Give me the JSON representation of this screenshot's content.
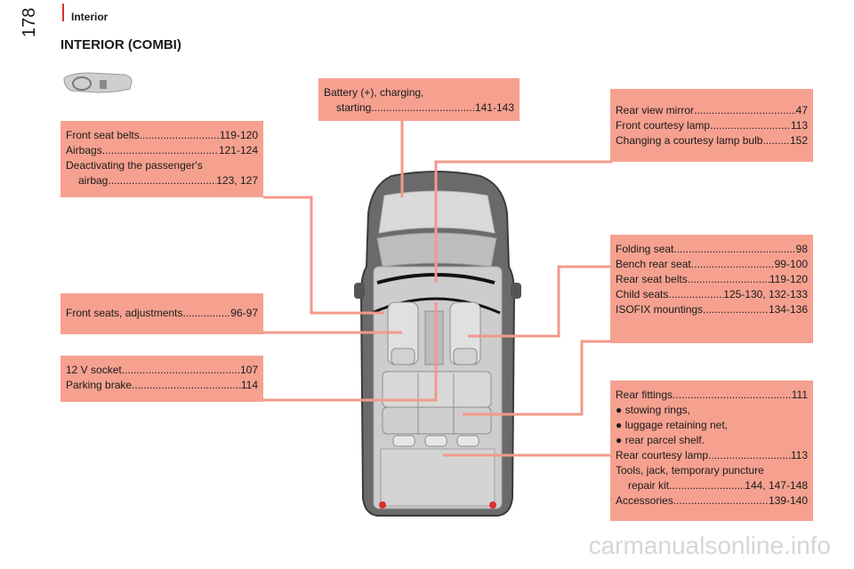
{
  "header": {
    "page_number": "178",
    "section": "Interior"
  },
  "title": "INTERIOR (COMBI)",
  "boxes": {
    "battery": {
      "lines": [
        {
          "text": "Battery (+), charging,"
        },
        {
          "label": "starting",
          "page": "141-143"
        }
      ]
    },
    "mirror": {
      "lines": [
        {
          "label": "Rear view mirror",
          "page": "47"
        },
        {
          "label": "Front courtesy lamp",
          "page": "113"
        },
        {
          "label": "Changing a courtesy lamp bulb",
          "page": "152"
        }
      ]
    },
    "belts": {
      "lines": [
        {
          "label": "Front seat belts",
          "page": "119-120"
        },
        {
          "label": "Airbags",
          "page": "121-124"
        },
        {
          "text": "Deactivating the passenger's"
        },
        {
          "label": "airbag",
          "page": "123, 127"
        }
      ]
    },
    "front_seats": {
      "lines": [
        {
          "label": "Front seats, adjustments",
          "page": "96-97"
        }
      ]
    },
    "socket": {
      "lines": [
        {
          "label": "12 V socket",
          "page": "107"
        },
        {
          "label": "Parking brake",
          "page": "114"
        }
      ]
    },
    "seats": {
      "lines": [
        {
          "label": "Folding seat",
          "page": "98"
        },
        {
          "label": "Bench rear seat",
          "page": "99-100"
        },
        {
          "label": "Rear seat belts",
          "page": "119-120"
        },
        {
          "label": "Child seats",
          "page": "125-130, 132-133"
        },
        {
          "label": "ISOFIX mountings",
          "page": "134-136"
        }
      ]
    },
    "rear": {
      "lines": [
        {
          "label": "Rear fittings",
          "page": "111"
        },
        {
          "text": "● stowing rings,"
        },
        {
          "text": "● luggage retaining net,"
        },
        {
          "text": "● rear parcel shelf."
        },
        {
          "label": "Rear courtesy lamp",
          "page": "113"
        },
        {
          "text": "Tools, jack, temporary puncture"
        },
        {
          "label": "repair kit",
          "page": "144, 147-148"
        },
        {
          "label": "Accessories",
          "page": "139-140"
        }
      ]
    }
  },
  "watermark": "carmanualsonline.info",
  "colors": {
    "callout_bg": "#f6a190",
    "leader": "#f19a8a",
    "accent": "#d9302c"
  },
  "icons": {
    "interior_icon": "steering-wheel-dashboard-icon",
    "vehicle": "van-top-view-illustration"
  }
}
